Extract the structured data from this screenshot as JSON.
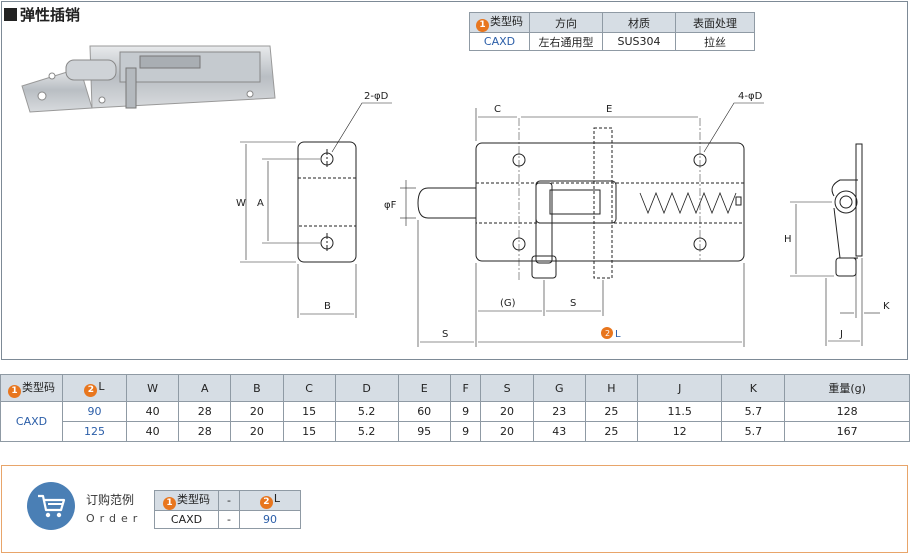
{
  "title": "弹性插销",
  "type_table": {
    "headers": [
      "类型码",
      "方向",
      "材质",
      "表面处理"
    ],
    "row": [
      "CAXD",
      "左右通用型",
      "SUS304",
      "拉丝"
    ]
  },
  "drawing_labels": {
    "hole_2": "2-φD",
    "hole_4": "4-φD",
    "W": "W",
    "A": "A",
    "B": "B",
    "C": "C",
    "E": "E",
    "F": "φF",
    "G": "(G)",
    "S": "S",
    "L": "L",
    "H": "H",
    "J": "J",
    "K": "K"
  },
  "dim_table": {
    "headers": [
      "类型码",
      "L",
      "W",
      "A",
      "B",
      "C",
      "D",
      "E",
      "F",
      "S",
      "G",
      "H",
      "J",
      "K",
      "重量(g)"
    ],
    "type_code": "CAXD",
    "rows": [
      [
        "90",
        "40",
        "28",
        "20",
        "15",
        "5.2",
        "60",
        "9",
        "20",
        "23",
        "25",
        "11.5",
        "5.7",
        "128"
      ],
      [
        "125",
        "40",
        "28",
        "20",
        "15",
        "5.2",
        "95",
        "9",
        "20",
        "43",
        "25",
        "12",
        "5.7",
        "167"
      ]
    ]
  },
  "order": {
    "label_cn": "订购范例",
    "label_en": "Order",
    "headers": [
      "类型码",
      "-",
      "L"
    ],
    "row": [
      "CAXD",
      "-",
      "90"
    ]
  },
  "badges": {
    "one": "1",
    "two": "2"
  }
}
